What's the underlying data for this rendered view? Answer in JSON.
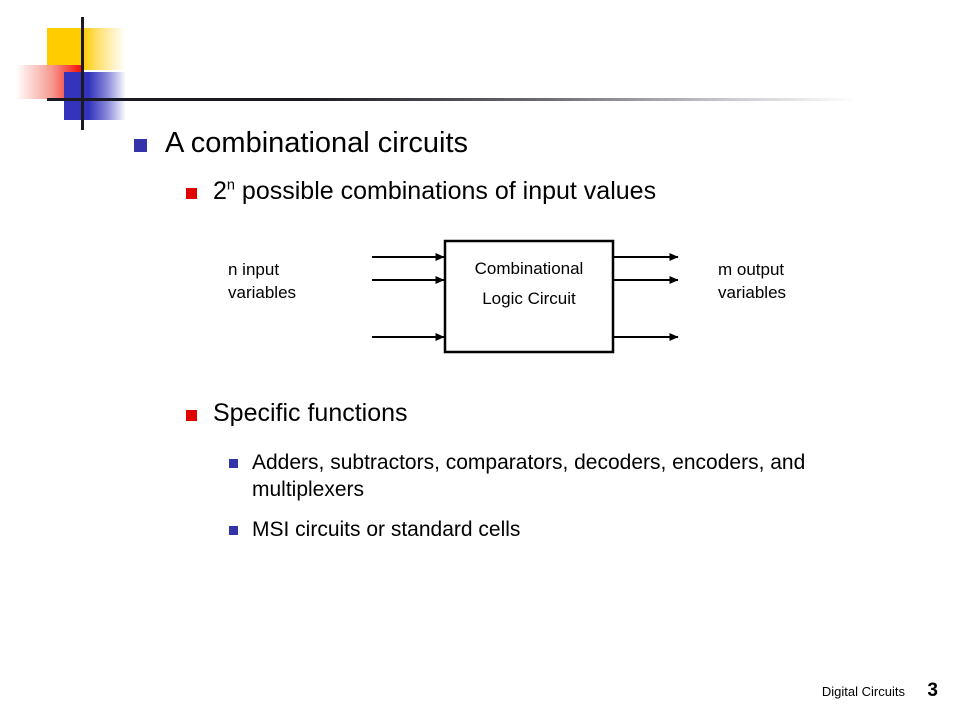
{
  "slide": {
    "title_bullet": "A combinational circuits",
    "combinations_prefix": "2",
    "combinations_exponent": "n",
    "combinations_suffix": " possible combinations of input values",
    "specific_functions": "Specific functions",
    "specific_items": [
      "Adders, subtractors, comparators, decoders, encoders, and multiplexers",
      "MSI circuits or standard cells"
    ]
  },
  "diagram": {
    "input_label": "n input\nvariables",
    "box_line1": "Combinational",
    "box_line2": "Logic Circuit",
    "output_label": "m output\nvariables",
    "input_arrow_count": 3,
    "output_arrow_count": 3
  },
  "footer": {
    "name": "Digital Circuits",
    "page": "3"
  },
  "colors": {
    "bullet_level1": "#3333AA",
    "bullet_level2": "#E00000",
    "bullet_level3": "#3333AA",
    "deco_yellow": "#FFCC00",
    "deco_red": "#F51D12",
    "deco_blue": "#3333BB",
    "rule": "#1a1a24"
  }
}
